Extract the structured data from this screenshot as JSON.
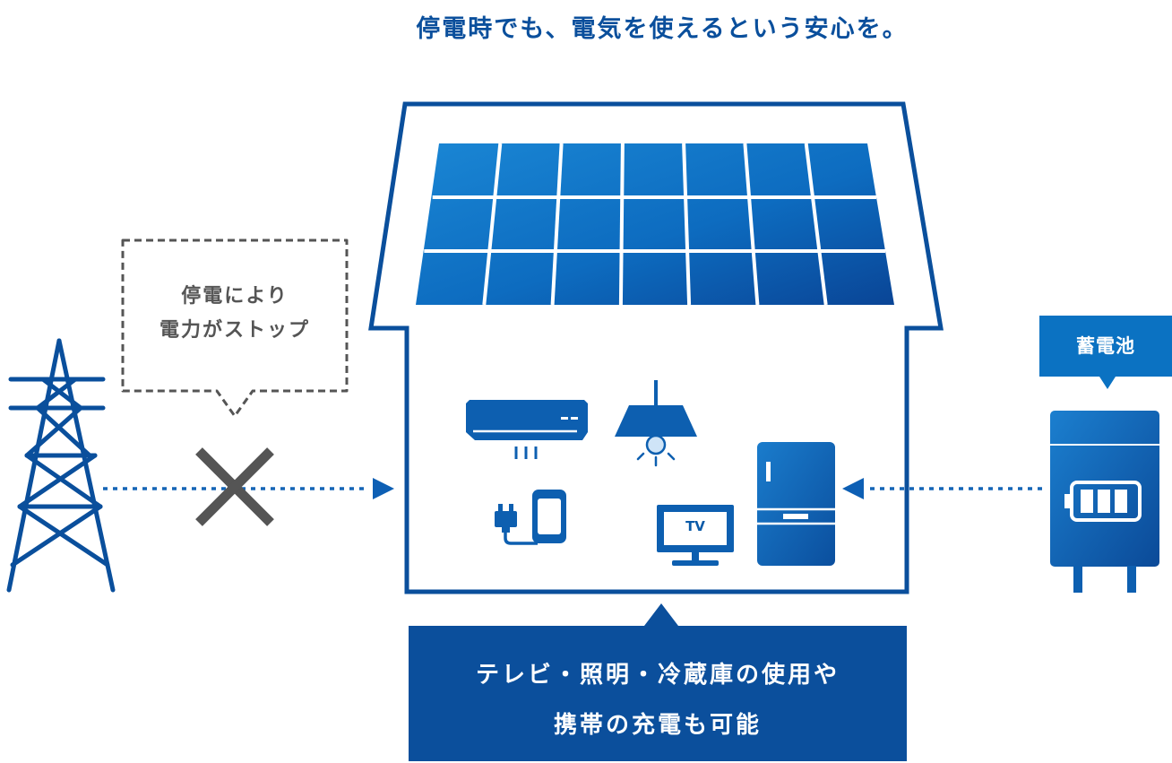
{
  "headline": "停電時でも、電気を使えるという安心を。",
  "outage_bubble": {
    "line1": "停電により",
    "line2": "電力がストップ"
  },
  "battery": {
    "label": "蓄電池"
  },
  "tv": {
    "label": "TV"
  },
  "caption": {
    "line1": "テレビ・照明・冷蔵庫の使用や",
    "line2": "携帯の充電も可能"
  },
  "colors": {
    "primary": "#0a4f9c",
    "panel_light": "#1478c8",
    "panel_dark": "#0b4a9a",
    "gray": "#555555"
  },
  "icons": [
    "power-tower-icon",
    "cross-icon",
    "solar-panel-icon",
    "air-conditioner-icon",
    "ceiling-lamp-icon",
    "plug-icon",
    "smartphone-icon",
    "tv-icon",
    "refrigerator-icon",
    "battery-icon"
  ]
}
